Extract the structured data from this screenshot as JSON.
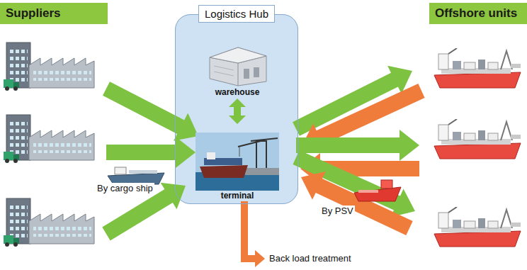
{
  "diagram": {
    "nodes": [
      {
        "text": [
          "Suppliers"
        ]
      },
      {
        "text": [
          "Logistics Hub"
        ]
      },
      {
        "text": [
          "warehouse"
        ],
        "in": 1
      },
      {
        "text": [
          "terminal"
        ],
        "in": 1
      },
      {
        "text": [
          "Offshore units"
        ]
      }
    ],
    "edges": [
      {
        "from": 2,
        "to": 3,
        "arrow": "both"
      }
    ],
    "labels": [
      "By cargo ship",
      "By PSV",
      "Back load treatment"
    ]
  }
}
